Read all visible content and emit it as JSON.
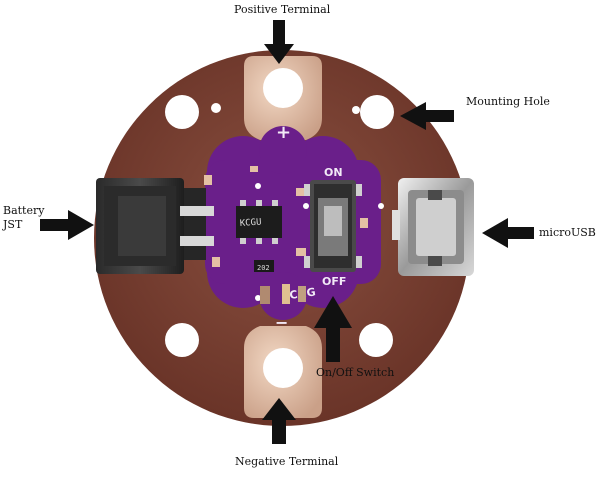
{
  "callouts": {
    "positive_terminal": "Positive Terminal",
    "mounting_hole": "Mounting Hole",
    "battery_line1": "Battery",
    "battery_line2": "JST",
    "micro_usb": "microUSB",
    "on_off_switch": "On/Off Switch",
    "negative_terminal": "Negative Terminal"
  },
  "silkscreen": {
    "plus": "+",
    "minus": "−",
    "on": "ON",
    "off": "OFF",
    "chg": "CHG",
    "chip_marking": "KCGU",
    "resistor_marking": "202"
  },
  "colors": {
    "board": "#7a4030",
    "mask": "#6a1f8a",
    "pad": "#e4c0a4",
    "arrow": "#111111"
  }
}
